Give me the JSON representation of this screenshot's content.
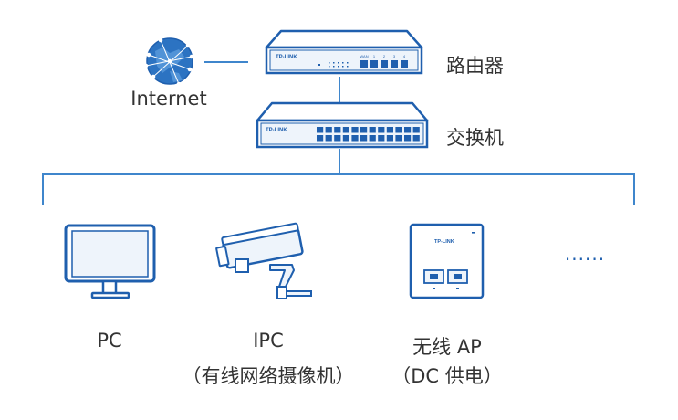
{
  "colors": {
    "primary": "#1f5fae",
    "line": "#3f86cc",
    "device_fill": "#eef4fb",
    "text": "#333333",
    "globe": "#2c73c2"
  },
  "labels": {
    "internet": "Internet",
    "router": "路由器",
    "switch": "交换机",
    "pc": "PC",
    "ipc": "IPC",
    "ipc_desc": "（有线网络摄像机）",
    "ap": "无线 AP",
    "ap_desc": "（DC 供电）",
    "more": "......"
  },
  "router": {
    "brand": "TP-LINK",
    "port_labels": [
      "WAN",
      "1",
      "2",
      "3",
      "4"
    ]
  },
  "switch": {
    "brand": "TP-LINK"
  },
  "ap": {
    "brand": "TP-LINK"
  },
  "icons": {
    "globe": "globe-icon",
    "router": "router-icon",
    "switch": "switch-icon",
    "monitor": "monitor-icon",
    "camera": "camera-icon",
    "ap": "access-point-icon"
  }
}
